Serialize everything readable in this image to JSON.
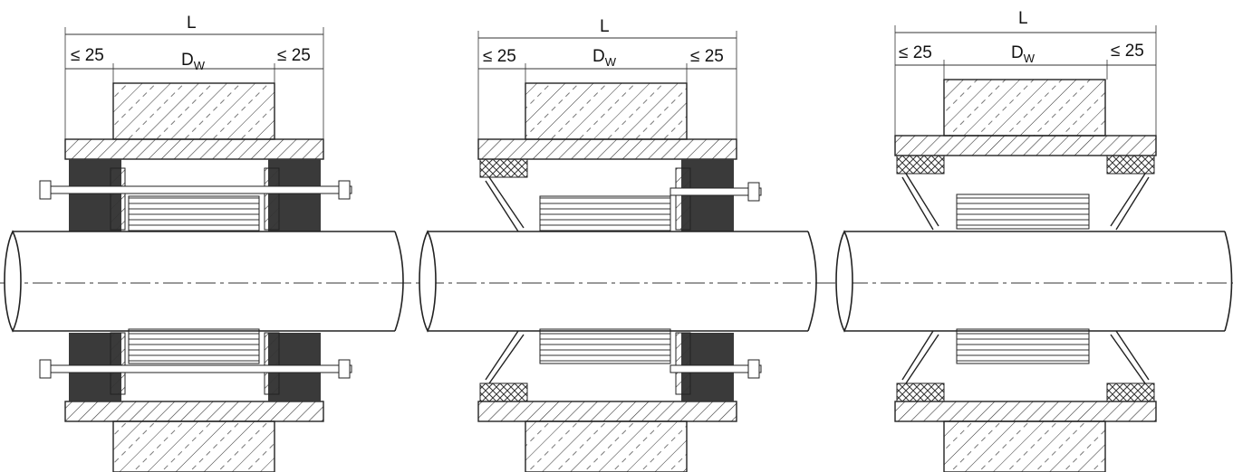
{
  "diagrams": [
    {
      "overall": "L",
      "left_clearance": "≤ 25",
      "right_clearance": "≤ 25",
      "wall_dim": "D",
      "wall_dim_sub": "W",
      "left_seal": "rubber",
      "right_seal": "rubber"
    },
    {
      "overall": "L",
      "left_clearance": "≤ 25",
      "right_clearance": "≤ 25",
      "wall_dim": "D",
      "wall_dim_sub": "W",
      "left_seal": "packing",
      "right_seal": "rubber"
    },
    {
      "overall": "L",
      "left_clearance": "≤ 25",
      "right_clearance": "≤ 25",
      "wall_dim": "D",
      "wall_dim_sub": "W",
      "left_seal": "packing",
      "right_seal": "packing"
    }
  ],
  "colors": {
    "line": "#222222",
    "rubber": "#3a3a3a",
    "shaft": "#ffffff",
    "background": "#ffffff"
  }
}
